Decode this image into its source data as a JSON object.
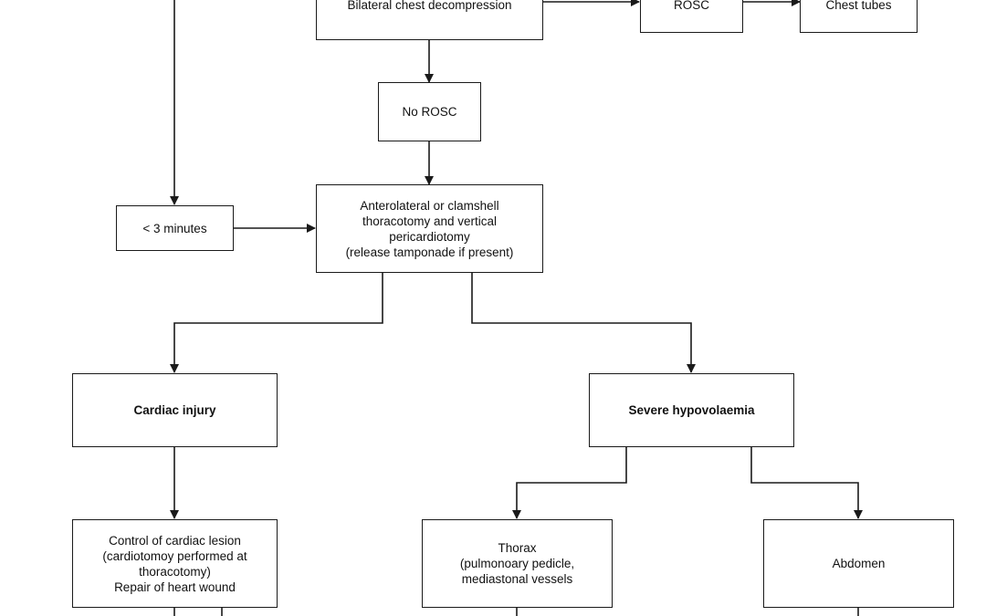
{
  "colors": {
    "stroke": "#1a1a1a",
    "text": "#111111",
    "background": "#ffffff"
  },
  "nodes": {
    "bilateral_decompression": "Bilateral chest decompression",
    "rosc": "ROSC",
    "chest_tubes": "Chest tubes",
    "no_rosc": "No ROSC",
    "under_3_minutes": "< 3 minutes",
    "thoracotomy": "Anterolateral or clamshell\nthoracotomy and vertical\npericardiotomy\n(release tamponade if present)",
    "cardiac_injury": "Cardiac injury",
    "severe_hypovolaemia": "Severe hypovolaemia",
    "cardiac_control": "Control of cardiac lesion\n(cardiotomoy performed at\nthoracotomy)\nRepair of heart wound",
    "thorax": "Thorax\n(pulmonoary pedicle,\nmediastonal vessels",
    "abdomen": "Abdomen"
  }
}
